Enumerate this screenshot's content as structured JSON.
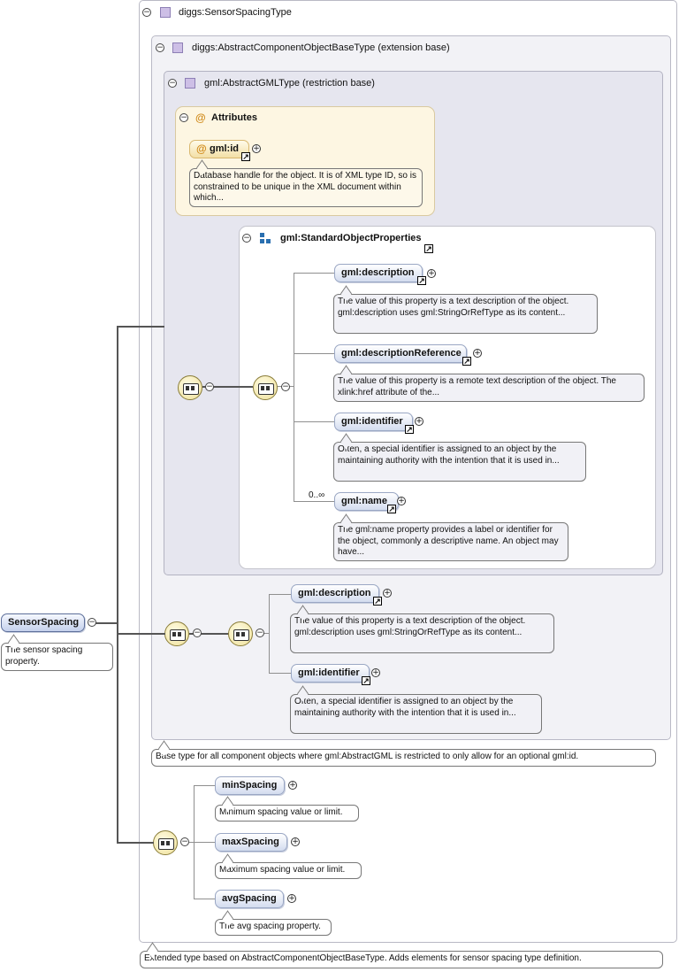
{
  "root": {
    "name": "SensorSpacing",
    "doc": "The sensor spacing property."
  },
  "type_frame": {
    "title": "diggs:SensorSpacingType",
    "doc": "Extended type based on AbstractComponentObjectBaseType. Adds elements for sensor spacing type definition."
  },
  "base_frame": {
    "title": "diggs:AbstractComponentObjectBaseType (extension base)",
    "doc": "Base type for all component objects where gml:AbstractGML is restricted to only allow for an optional gml:id."
  },
  "gml_frame": {
    "title": "gml:AbstractGMLType (restriction base)"
  },
  "attributes": {
    "title": "Attributes",
    "items": [
      {
        "name": "gml:id",
        "doc": "Database handle for the object. It is of XML type ID, so is constrained to be unique in the XML document within which..."
      }
    ]
  },
  "group": {
    "title": "gml:StandardObjectProperties",
    "elements": [
      {
        "name": "gml:description",
        "doc": "The value of this property is a text description of the object. gml:description uses gml:StringOrRefType as its content..."
      },
      {
        "name": "gml:descriptionReference",
        "doc": "The value of this property is a remote text description of the object. The xlink:href attribute of the..."
      },
      {
        "name": "gml:identifier",
        "doc": "Often, a special identifier is assigned to an object by the maintaining authority with the intention that it is used in..."
      },
      {
        "name": "gml:name",
        "cardinality": "0..∞",
        "doc": "The gml:name property provides a label or identifier for the object, commonly a descriptive name. An object may have..."
      }
    ]
  },
  "base_sequence": {
    "elements": [
      {
        "name": "gml:description",
        "doc": "The value of this property is a text description of the object. gml:description uses gml:StringOrRefType as its content..."
      },
      {
        "name": "gml:identifier",
        "doc": "Often, a special identifier is assigned to an object by the maintaining authority with the intention that it is used in..."
      }
    ]
  },
  "extension_sequence": {
    "elements": [
      {
        "name": "minSpacing",
        "doc": "Minimum spacing value or limit."
      },
      {
        "name": "maxSpacing",
        "doc": "Maximum spacing value or limit."
      },
      {
        "name": "avgSpacing",
        "doc": "The avg spacing property."
      }
    ]
  },
  "glyphs": {
    "minus": "−",
    "plus": "+",
    "ref": "↗",
    "at": "@"
  }
}
